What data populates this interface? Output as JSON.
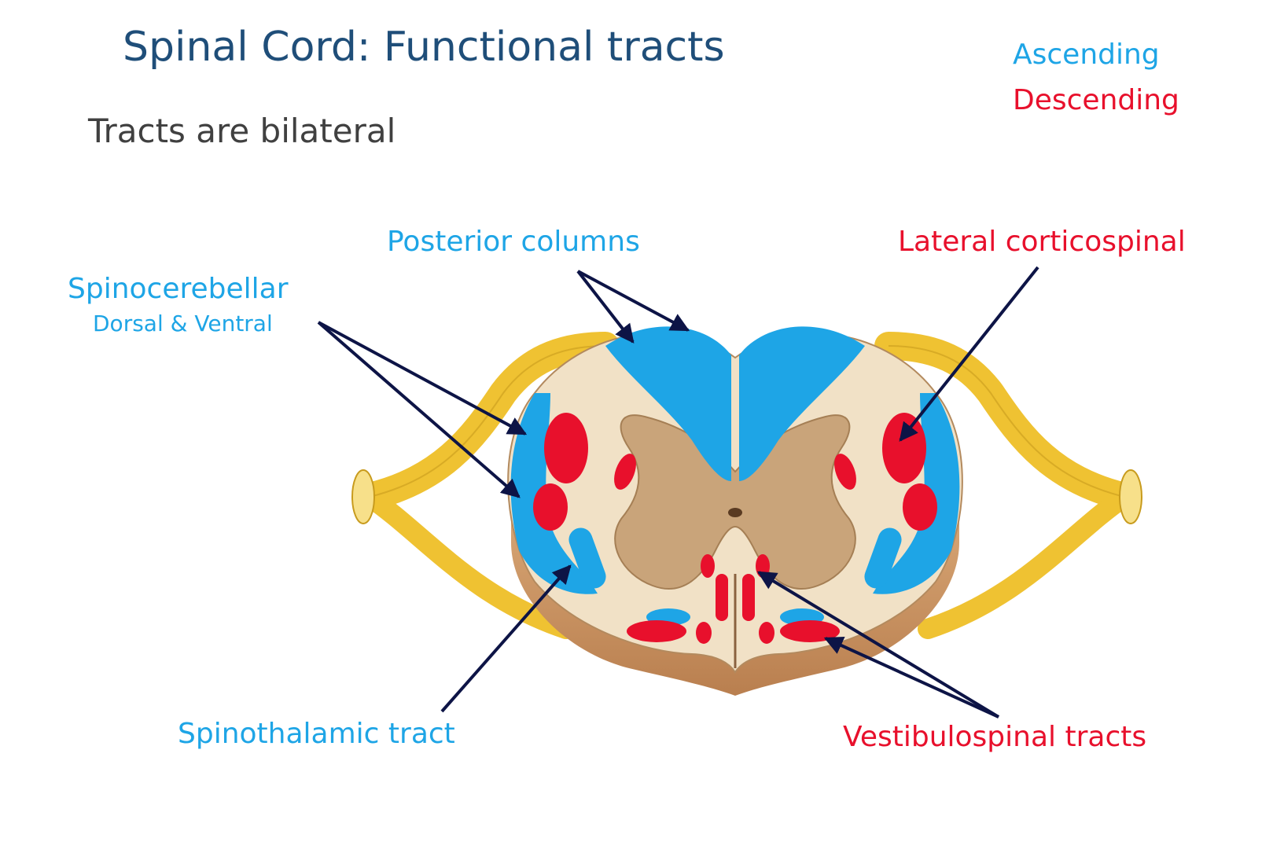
{
  "title": "Spinal Cord: Functional tracts",
  "subtitle": "Tracts are bilateral",
  "colors": {
    "ascending": "#1ea5e6",
    "descending": "#e8102c",
    "title": "#1f4e79",
    "subtitle": "#404040",
    "arrow": "#0d1446",
    "white_matter": "#f1e1c6",
    "grey_matter": "#c9a47a",
    "nerve": "#efc232"
  },
  "legend": {
    "ascending": "Ascending",
    "descending": "Descending"
  },
  "labels": {
    "posterior_columns": "Posterior columns",
    "spinocerebellar": "Spinocerebellar",
    "spinocerebellar_sub": "Dorsal & Ventral",
    "lateral_corticospinal": "Lateral corticospinal",
    "spinothalamic": "Spinothalamic tract",
    "vestibulospinal": "Vestibulospinal tracts"
  },
  "icons": {
    "cord": "spinal-cord-cross-section-icon",
    "arrow": "pointer-arrow-icon"
  }
}
